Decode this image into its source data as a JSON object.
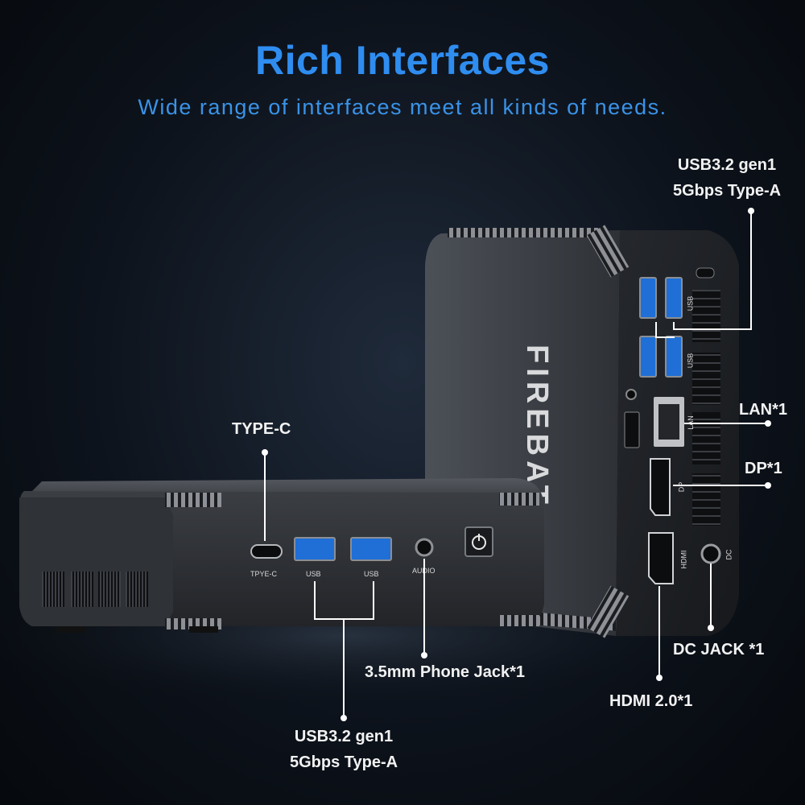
{
  "header": {
    "title": "Rich Interfaces",
    "subtitle": "Wide range of interfaces meet all kinds of needs."
  },
  "callouts": {
    "usb_top_line1": "USB3.2 gen1",
    "usb_top_line2": "5Gbps Type-A",
    "type_c": "TYPE-C",
    "lan": "LAN*1",
    "dp": "DP*1",
    "dc_jack": "DC JACK *1",
    "phone_jack": "3.5mm Phone Jack*1",
    "hdmi": "HDMI 2.0*1",
    "usb_bottom_line1": "USB3.2 gen1",
    "usb_bottom_line2": "5Gbps Type-A"
  },
  "port_labels": {
    "type_c": "TPYE-C",
    "usb_1": "USB",
    "usb_2": "USB",
    "audio": "AUDIO",
    "rear_usb_1": "USB",
    "rear_usb_2": "USB",
    "lan": "LAN",
    "dp": "DP",
    "hdmi": "HDMI",
    "dc": "DC"
  },
  "brand": {
    "logo_text": "FIREBAT"
  },
  "colors": {
    "accent": "#2f8df0",
    "usb_blue": "#1f6fd6",
    "chassis": "#3a3d42"
  }
}
